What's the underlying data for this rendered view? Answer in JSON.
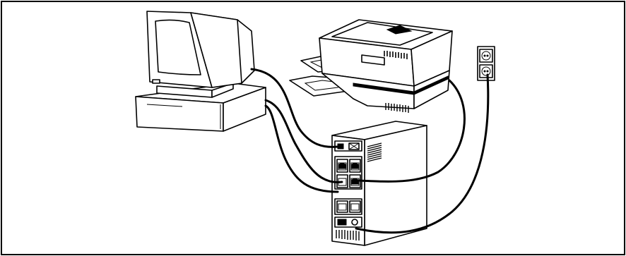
{
  "figure": {
    "kind": "line-illustration",
    "subject": "ups-connection",
    "colors": {
      "ink": "#000000",
      "paper": "#ffffff"
    }
  },
  "components": [
    {
      "id": "monitor",
      "icon": "crt-monitor-icon"
    },
    {
      "id": "computer",
      "icon": "desktop-computer-icon"
    },
    {
      "id": "printer",
      "icon": "laser-printer-icon"
    },
    {
      "id": "wall-outlet",
      "icon": "wall-outlet-icon"
    },
    {
      "id": "ups",
      "icon": "ups-tower-icon"
    }
  ],
  "cables": [
    {
      "from": "monitor",
      "to": "ups"
    },
    {
      "from": "computer",
      "to": "ups"
    },
    {
      "from": "printer",
      "to": "ups"
    },
    {
      "from": "ups",
      "to": "wall-outlet"
    }
  ]
}
